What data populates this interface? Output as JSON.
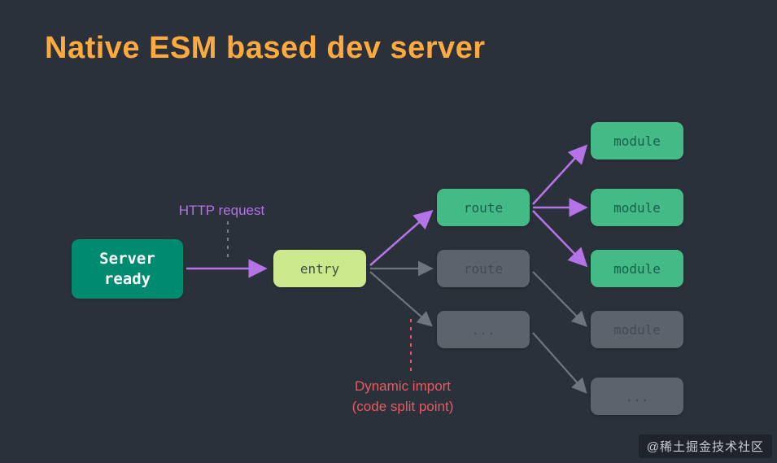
{
  "title": "Native ESM based dev server",
  "nodes": {
    "server": {
      "line1": "Server",
      "line2": "ready"
    },
    "entry": {
      "label": "entry"
    },
    "route_active": {
      "label": "route"
    },
    "route_inactive": {
      "label": "route"
    },
    "route_more": {
      "label": "..."
    },
    "module_1": {
      "label": "module"
    },
    "module_2": {
      "label": "module"
    },
    "module_3": {
      "label": "module"
    },
    "module_4": {
      "label": "module"
    },
    "module_more": {
      "label": "..."
    }
  },
  "annotations": {
    "http_request": "HTTP request",
    "dynamic_import": "Dynamic import",
    "code_split": "(code split point)"
  },
  "watermark": "@稀土掘金技术社区",
  "colors": {
    "background": "#2b313a",
    "title": "#ffaa3e",
    "teal": "#008a70",
    "entry_bg": "#cbe98c",
    "entry_text": "#3d4f43",
    "green_bg": "#44bb87",
    "green_text": "#14604a",
    "grey_bg": "#5c636d",
    "grey_text": "#454b53",
    "purple": "#b473e6",
    "grey_arrow": "#6e7580",
    "dash_grey": "#7b828c",
    "red": "#e85a60",
    "watermark": "#c8ccd2"
  }
}
